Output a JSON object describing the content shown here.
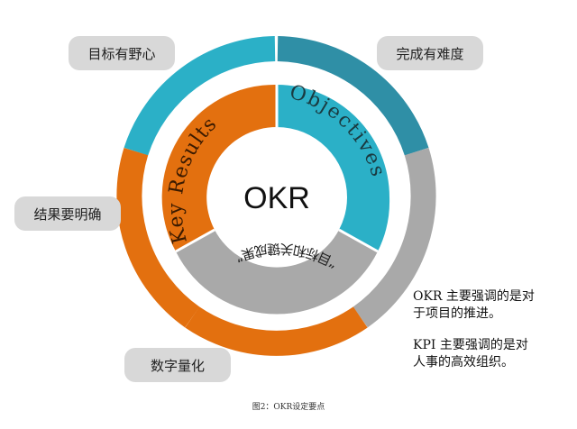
{
  "center_label": "OKR",
  "inner_ring": {
    "objectives": "Objectives",
    "key_results": "Key Results",
    "bottom": "“目标和关键成果”"
  },
  "labels": {
    "top_left": "目标有野心",
    "top_right": "完成有难度",
    "left": "结果要明确",
    "bottom": "数字量化"
  },
  "notes": {
    "okr_line1": "OKR 主要强调的是对",
    "okr_line2": "于项目的推进。",
    "kpi_line1": "KPI 主要强调的是对",
    "kpi_line2": "人事的高效组织。"
  },
  "caption": "图2：OKR设定要点",
  "colors": {
    "teal": "#2bb0c7",
    "teal_dark": "#2f8fa6",
    "orange": "#e3700f",
    "gray": "#a9a9a9",
    "pill_bg": "#d8d8d8"
  }
}
